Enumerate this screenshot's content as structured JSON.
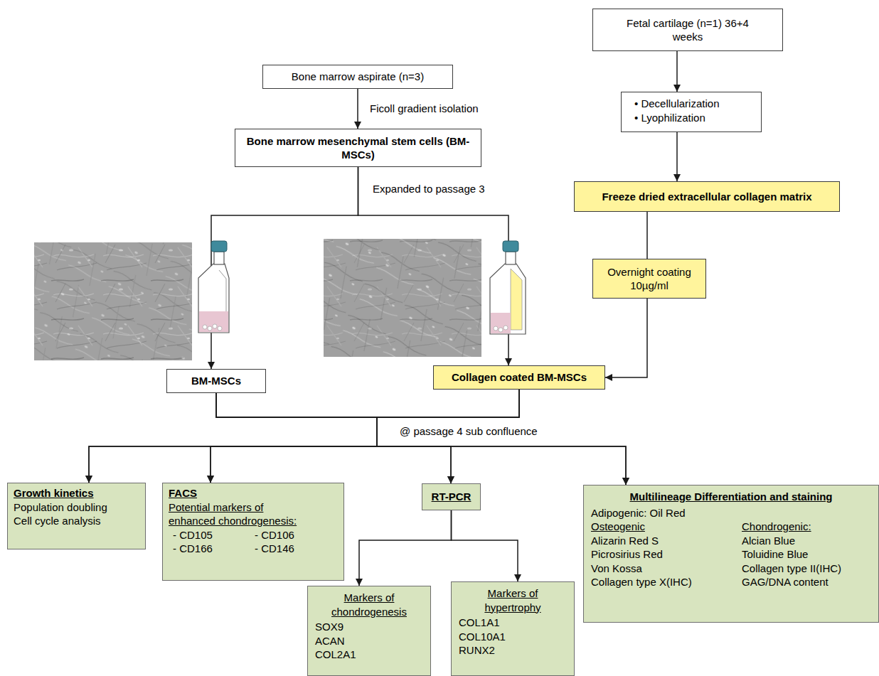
{
  "diagram": {
    "nodes": [
      {
        "text": [
          "Fetal cartilage (n=1) 36+4 weeks"
        ]
      },
      {
        "text": [
          "Bone marrow aspirate (n=3)"
        ]
      },
      {
        "text": [
          "• Decellularization",
          "• Lyophilization"
        ]
      },
      {
        "text": [
          "Bone marrow mesenchymal stem cells (BM-MSCs)"
        ]
      },
      {
        "text": [
          "Freeze dried extracellular collagen matrix"
        ]
      },
      {
        "text": [
          "Overnight coating 10µg/ml"
        ]
      },
      {
        "text": [
          "BM-MSCs"
        ]
      },
      {
        "text": [
          "Collagen coated BM-MSCs"
        ]
      },
      {
        "text": [
          "Growth kinetics",
          "Population doubling",
          "Cell cycle analysis"
        ]
      },
      {
        "text": [
          "FACS",
          "Potential markers of enhanced chondrogenesis:",
          "- CD105",
          "- CD106",
          "- CD166",
          "- CD146"
        ]
      },
      {
        "text": [
          "RT-PCR"
        ]
      },
      {
        "text": [
          "Multilineage Differentiation and staining",
          "Adipogenic: Oil Red",
          "Osteogenic",
          "Alizarin Red S",
          "Picrosirius Red",
          "Von Kossa",
          "Collagen type X(IHC)",
          "Chondrogenic:",
          "Alcian Blue",
          "Toluidine Blue",
          "Collagen type II(IHC)",
          "GAG/DNA content"
        ]
      },
      {
        "text": [
          "Markers of chondrogenesis",
          "SOX9",
          "ACAN",
          "COL2A1"
        ]
      },
      {
        "text": [
          "Markers of hypertrophy",
          "COL1A1",
          "COL10A1",
          "RUNX2"
        ]
      }
    ],
    "edges": [
      {
        "from": 1,
        "to": 3,
        "arrow": "to",
        "label": "Ficoll gradient isolation"
      },
      {
        "from": 0,
        "to": 2,
        "arrow": "to"
      },
      {
        "from": 2,
        "to": 4,
        "arrow": "to"
      },
      {
        "from": 3,
        "to": 6,
        "arrow": "to",
        "label": "Expanded to passage 3"
      },
      {
        "from": 3,
        "to": 7,
        "arrow": "to"
      },
      {
        "from": 4,
        "to": 5,
        "arrow": "none"
      },
      {
        "from": 5,
        "to": 7,
        "arrow": "to"
      },
      {
        "from": 6,
        "to": 8,
        "arrow": "to"
      },
      {
        "from": 6,
        "to": 9,
        "arrow": "to"
      },
      {
        "from": 6,
        "to": 10,
        "arrow": "to"
      },
      {
        "from": 6,
        "to": 11,
        "arrow": "to"
      },
      {
        "from": 7,
        "to": 8,
        "arrow": "to"
      },
      {
        "from": 7,
        "to": 9,
        "arrow": "to"
      },
      {
        "from": 7,
        "to": 10,
        "arrow": "to"
      },
      {
        "from": 7,
        "to": 11,
        "arrow": "to"
      },
      {
        "from": 10,
        "to": 12,
        "arrow": "to"
      },
      {
        "from": 10,
        "to": 13,
        "arrow": "to"
      }
    ],
    "labels": [
      "@ passage 4 sub confluence"
    ]
  }
}
